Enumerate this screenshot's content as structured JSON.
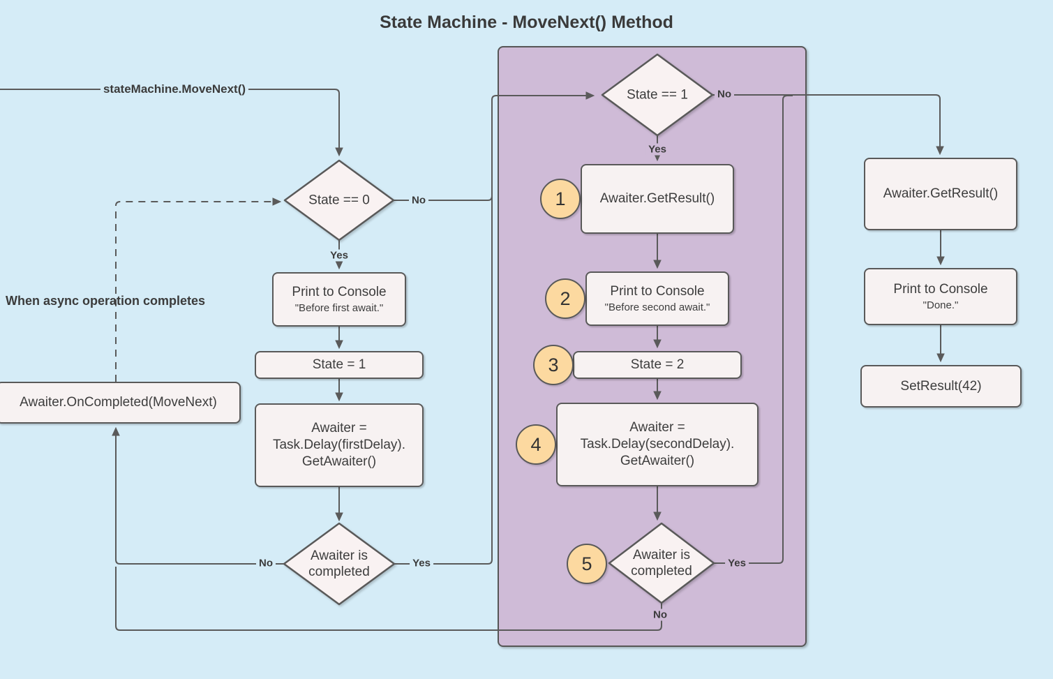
{
  "title": "State Machine - MoveNext() Method",
  "colors": {
    "background": "#d5ecf7",
    "container_fill": "#cfbbd7",
    "node_fill": "#f7f2f2",
    "stroke": "#595959",
    "badge_fill": "#fcd9a0",
    "text": "#3d3d3d"
  },
  "labels": {
    "entry": "stateMachine.MoveNext()",
    "async_note": "When async operation completes"
  },
  "edge_labels": {
    "state0_yes": "Yes",
    "state0_no": "No",
    "completed1_no": "No",
    "completed1_yes": "Yes",
    "state1_yes": "Yes",
    "state1_no": "No",
    "completed2_yes": "Yes",
    "completed2_no": "No"
  },
  "nodes": {
    "state0": {
      "label": "State == 0"
    },
    "print_first": {
      "title": "Print to Console",
      "quote": "\"Before first await.\""
    },
    "state1_assign": {
      "label": "State = 1"
    },
    "awaiter_first": {
      "label": "Awaiter =\nTask.Delay(firstDelay).\nGetAwaiter()"
    },
    "completed_first": {
      "label": "Awaiter is completed"
    },
    "oncompleted": {
      "label": "Awaiter.OnCompleted(MoveNext)"
    },
    "state1": {
      "label": "State == 1"
    },
    "getresult_inner": {
      "label": "Awaiter.GetResult()"
    },
    "print_second": {
      "title": "Print to Console",
      "quote": "\"Before second await.\""
    },
    "state2_assign": {
      "label": "State = 2"
    },
    "awaiter_second": {
      "label": "Awaiter =\nTask.Delay(secondDelay).\nGetAwaiter()"
    },
    "completed_second": {
      "label": "Awaiter is completed"
    },
    "getresult_final": {
      "label": "Awaiter.GetResult()"
    },
    "print_done": {
      "title": "Print to Console",
      "quote": "\"Done.\""
    },
    "setresult": {
      "label": "SetResult(42)"
    }
  },
  "badges": {
    "b1": "1",
    "b2": "2",
    "b3": "3",
    "b4": "4",
    "b5": "5"
  }
}
